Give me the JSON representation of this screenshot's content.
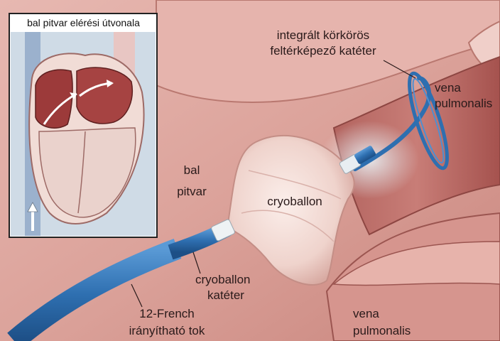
{
  "inset": {
    "title": "bal pitvar elérési útvonala"
  },
  "labels": {
    "mapping_catheter_line1": "integrált körkörös",
    "mapping_catheter_line2": "feltérképező katéter",
    "vena_top_line1": "vena",
    "vena_top_line2": "pulmonalis",
    "left_atrium_line1": "bal",
    "left_atrium_line2": "pitvar",
    "cryoballoon": "cryoballon",
    "cryo_catheter_line1": "cryoballon",
    "cryo_catheter_line2": "katéter",
    "sheath_line1": "12-French",
    "sheath_line2": "irányítható tok",
    "vena_bottom_line1": "vena",
    "vena_bottom_line2": "pulmonalis"
  },
  "colors": {
    "tissue_light": "#e9c2bd",
    "tissue_mid": "#d39a92",
    "tissue_dark": "#b56e68",
    "catheter_blue": "#2e6fb0",
    "balloon": "#f3dcd6"
  }
}
